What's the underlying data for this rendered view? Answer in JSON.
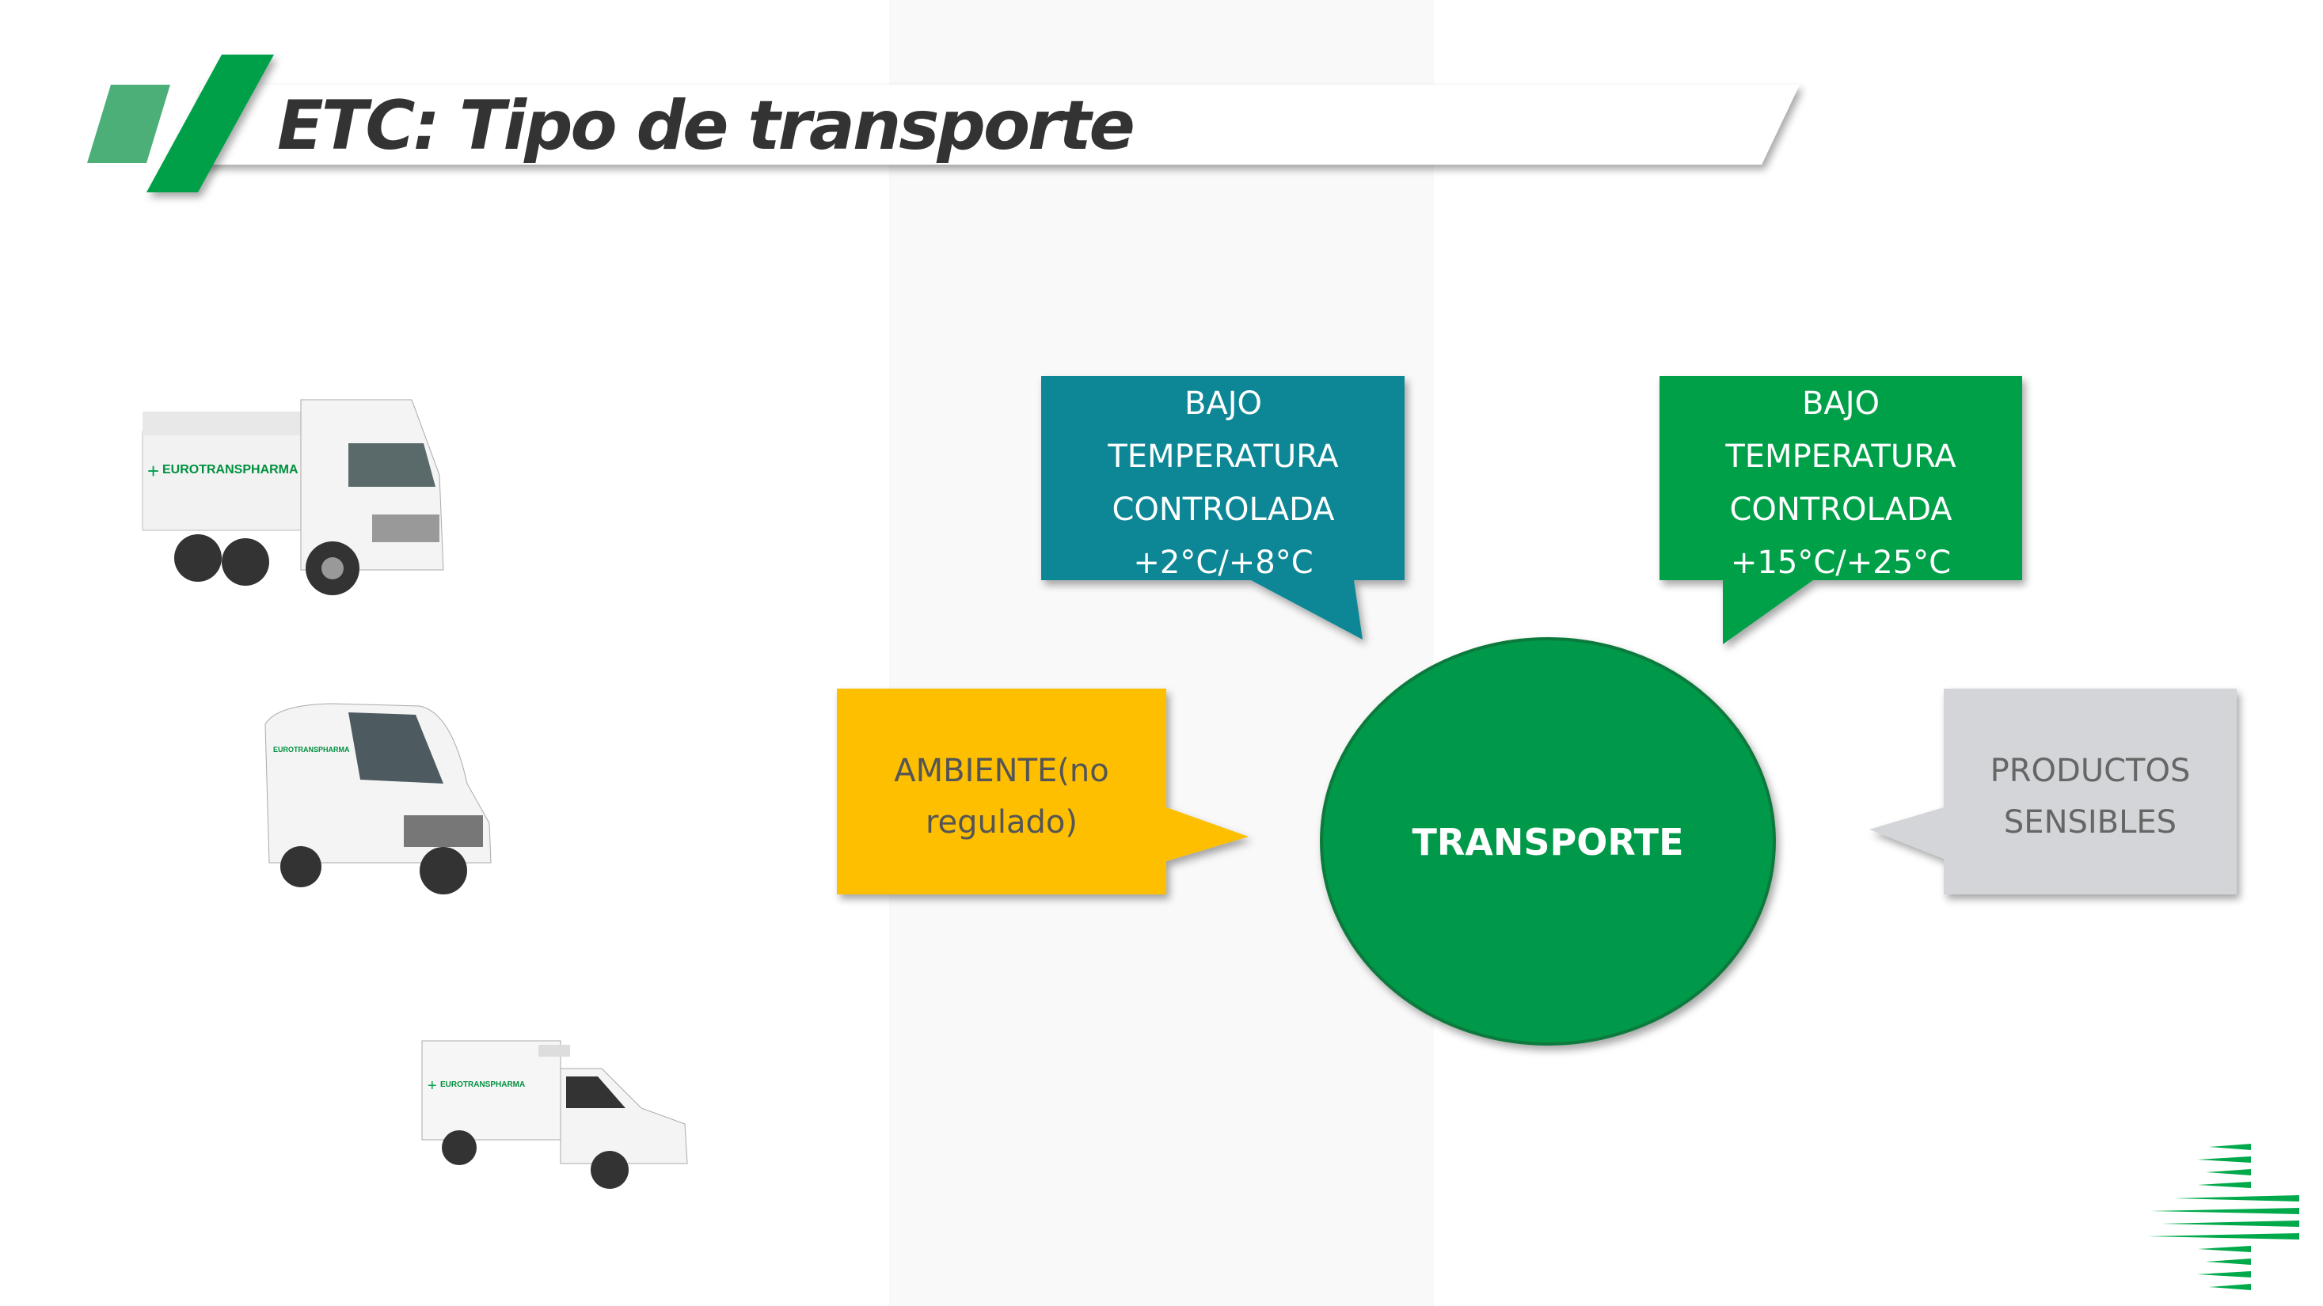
{
  "slide": {
    "title": "ETC: Tipo de transporte",
    "center_label": "TRANSPORTE",
    "callouts": [
      {
        "id": "refrigerated",
        "lines": [
          "BAJO",
          "TEMPERATURA",
          "CONTROLADA",
          "+2°C/+8°C"
        ],
        "color": "#0e8796"
      },
      {
        "id": "controlled",
        "lines": [
          "BAJO",
          "TEMPERATURA",
          "CONTROLADA",
          "+15°C/+25°C"
        ],
        "color": "#00a04a"
      },
      {
        "id": "ambient",
        "lines": [
          "AMBIENTE(no",
          "regulado)"
        ],
        "color": "#fdbf00"
      },
      {
        "id": "sensitive",
        "lines": [
          "PRODUCTOS",
          "SENSIBLES"
        ],
        "color": "#d3d5d8"
      }
    ],
    "vehicles": [
      {
        "type": "truck",
        "brand": "EUROTRANSPHARMA"
      },
      {
        "type": "van",
        "brand": "EUROTRANSPHARMA"
      },
      {
        "type": "small-refrigerated-van",
        "brand": "EUROTRANSPHARMA"
      }
    ],
    "colors": {
      "accent": "#00a04a",
      "circle": "#00984a",
      "title_text": "#333333",
      "band": "#f9f9f9"
    }
  }
}
